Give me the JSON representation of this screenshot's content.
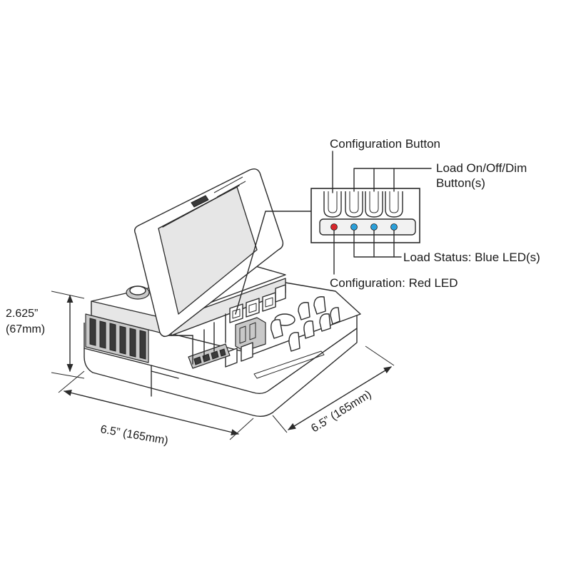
{
  "callouts": {
    "config_button": "Configuration Button",
    "load_button_line1": "Load On/Off/Dim",
    "load_button_line2": "Button(s)",
    "load_status": "Load Status: Blue LED(s)",
    "config_led": "Configuration: Red LED"
  },
  "dimensions": {
    "height_line1": "2.625”",
    "height_line2": "(67mm)",
    "width": "6.5” (165mm)",
    "depth": "6.5” (165mm)"
  },
  "colors": {
    "red_led": "#d7262b",
    "blue_led": "#2b9fd8",
    "line": "#2a2a2a"
  }
}
